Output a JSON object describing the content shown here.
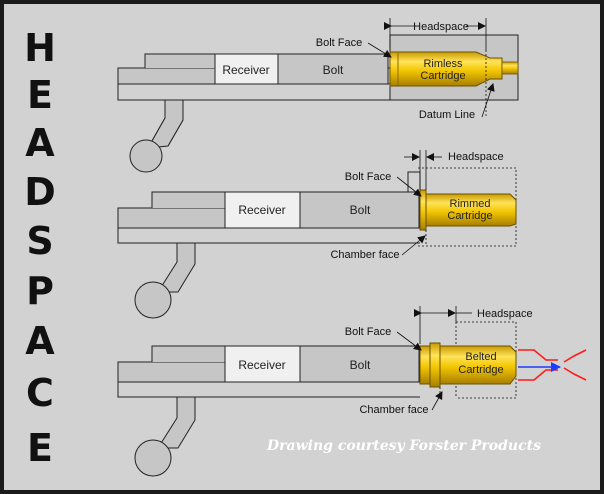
{
  "side_title": [
    "H",
    "E",
    "A",
    "D",
    "S",
    "P",
    "A",
    "C",
    "E"
  ],
  "credit": "Drawing courtesy Forster Products",
  "diagrams": [
    {
      "receiver": "Receiver",
      "bolt": "Bolt",
      "cartridge_line1": "Rimless",
      "cartridge_line2": "Cartridge",
      "bolt_face": "Bolt Face",
      "headspace": "Headspace",
      "datum": "Datum Line"
    },
    {
      "receiver": "Receiver",
      "bolt": "Bolt",
      "cartridge_line1": "Rimmed",
      "cartridge_line2": "Cartridge",
      "bolt_face": "Bolt Face",
      "headspace": "Headspace",
      "chamber": "Chamber face"
    },
    {
      "receiver": "Receiver",
      "bolt": "Bolt",
      "cartridge_line1": "Belted",
      "cartridge_line2": "Cartridge",
      "bolt_face": "Bolt Face",
      "headspace": "Headspace",
      "chamber": "Chamber face"
    }
  ],
  "colors": {
    "page": "#1b1b1b",
    "panel": "#d2d2d2",
    "metal": "#c6c6c6",
    "receiver": "#f0f0f0",
    "brass": "#f3c600",
    "arrow": "#1d3cff",
    "gas_lines": "#ff1a1a",
    "credit": "#ffffff"
  }
}
